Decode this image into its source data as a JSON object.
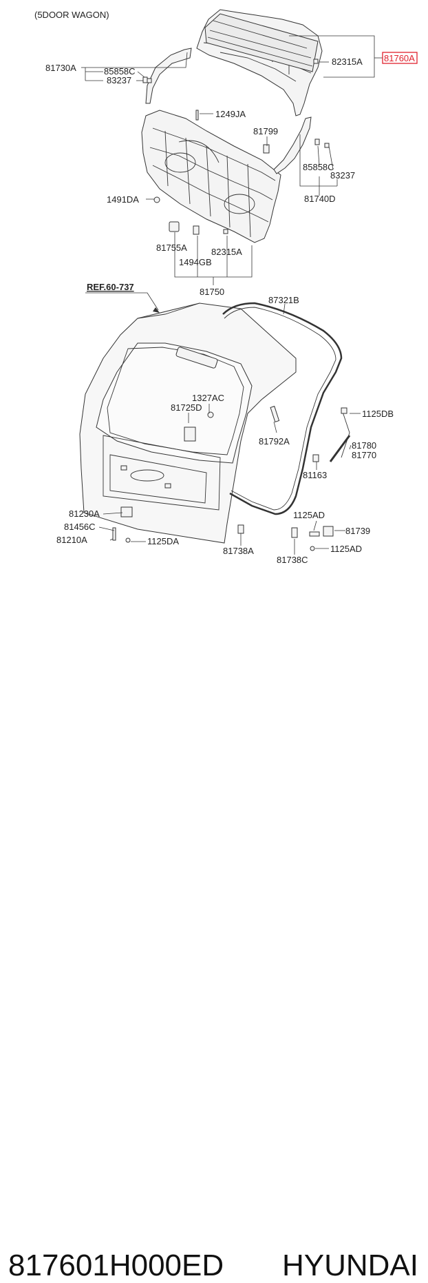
{
  "diagram": {
    "variant": "(5DOOR WAGON)",
    "ref": "REF.60-737",
    "highlight_color": "#e0212d",
    "labels": {
      "l81730A": "81730A",
      "l85858C_1": "85858C",
      "l83237_1": "83237",
      "l82315A_1": "82315A",
      "l81760A": "81760A",
      "l1249JA": "1249JA",
      "l81799": "81799",
      "l85858C_2": "85858C",
      "l83237_2": "83237",
      "l81740D": "81740D",
      "l1491DA": "1491DA",
      "l81755A": "81755A",
      "l82315A_2": "82315A",
      "l1494GB": "1494GB",
      "l81750": "81750",
      "l87321B": "87321B",
      "l1327AC": "1327AC",
      "l81725D": "81725D",
      "l81792A": "81792A",
      "l1125DB": "1125DB",
      "l81780": "81780",
      "l81770": "81770",
      "l81163": "81163",
      "l81230A": "81230A",
      "l81456C": "81456C",
      "l81210A": "81210A",
      "l1125DA": "1125DA",
      "l81738A": "81738A",
      "l1125AD_1": "1125AD",
      "l81739": "81739",
      "l1125AD_2": "1125AD",
      "l81738C": "81738C"
    }
  },
  "caption": {
    "part_number": "817601H000ED",
    "brand": "HYUNDAI"
  }
}
